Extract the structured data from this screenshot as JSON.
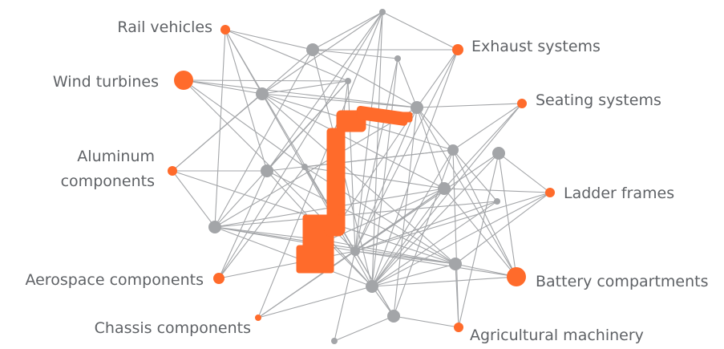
{
  "colors": {
    "accent": "#ff6b2b",
    "network": "#a3a5a8",
    "label_text": "#5f6266"
  },
  "robot_icon": "industrial-robot-arm-icon",
  "applications": [
    {
      "id": "rail",
      "lines": [
        "Rail vehicles"
      ]
    },
    {
      "id": "exhaust",
      "lines": [
        "Exhaust systems"
      ]
    },
    {
      "id": "wind",
      "lines": [
        "Wind turbines"
      ]
    },
    {
      "id": "seating",
      "lines": [
        "Seating systems"
      ]
    },
    {
      "id": "aluminum",
      "lines": [
        "Aluminum",
        "components"
      ]
    },
    {
      "id": "ladder",
      "lines": [
        "Ladder frames"
      ]
    },
    {
      "id": "aerospace",
      "lines": [
        "Aerospace components"
      ]
    },
    {
      "id": "battery",
      "lines": [
        "Battery compartments"
      ]
    },
    {
      "id": "chassis",
      "lines": [
        "Chassis components"
      ]
    },
    {
      "id": "agri",
      "lines": [
        "Agricultural machinery"
      ]
    }
  ]
}
